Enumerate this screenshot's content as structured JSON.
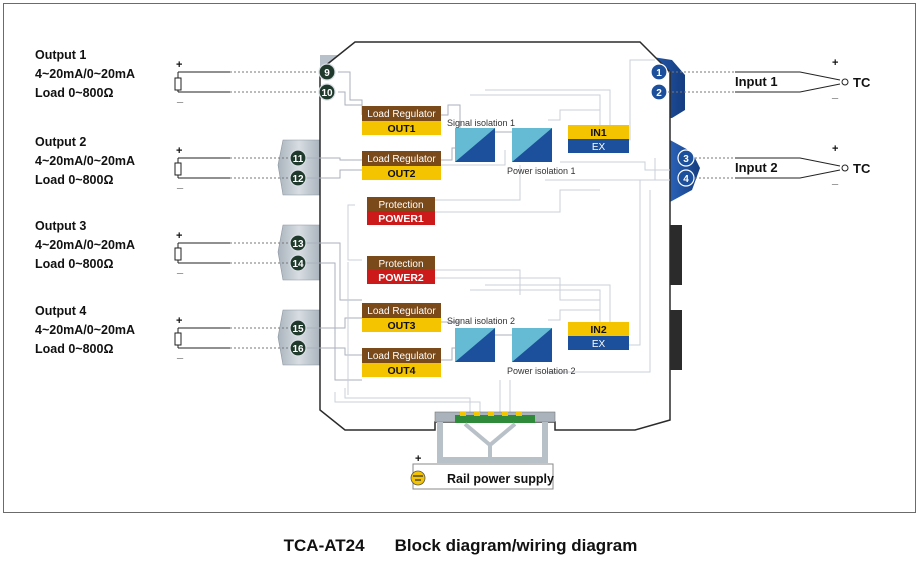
{
  "outputs": [
    {
      "title": "Output 1",
      "range": "4~20mA/0~20mA",
      "load": "Load 0~800Ω",
      "terminals": [
        "9",
        "10"
      ]
    },
    {
      "title": "Output 2",
      "range": "4~20mA/0~20mA",
      "load": "Load 0~800Ω",
      "terminals": [
        "11",
        "12"
      ]
    },
    {
      "title": "Output 3",
      "range": "4~20mA/0~20mA",
      "load": "Load 0~800Ω",
      "terminals": [
        "13",
        "14"
      ]
    },
    {
      "title": "Output 4",
      "range": "4~20mA/0~20mA",
      "load": "Load 0~800Ω",
      "terminals": [
        "15",
        "16"
      ]
    }
  ],
  "inputs": [
    {
      "title": "Input 1",
      "terminals": [
        "1",
        "2"
      ],
      "sensor": "TC"
    },
    {
      "title": "Input 2",
      "terminals": [
        "3",
        "4"
      ],
      "sensor": "TC"
    }
  ],
  "polarity": {
    "plus": "+",
    "minus": "_"
  },
  "load_regulators": [
    {
      "label": "Load Regulator",
      "out": "OUT1"
    },
    {
      "label": "Load Regulator",
      "out": "OUT2"
    },
    {
      "label": "Load Regulator",
      "out": "OUT3"
    },
    {
      "label": "Load Regulator",
      "out": "OUT4"
    }
  ],
  "protections": [
    {
      "label": "Protection",
      "power": "POWER1"
    },
    {
      "label": "Protection",
      "power": "POWER2"
    }
  ],
  "input_blocks": [
    {
      "in": "IN1",
      "ex": "EX"
    },
    {
      "in": "IN2",
      "ex": "EX"
    }
  ],
  "isolation_labels": {
    "signal1": "Signal isolation 1",
    "power1": "Power isolation 1",
    "signal2": "Signal isolation 2",
    "power2": "Power isolation 2"
  },
  "rail": {
    "label": "Rail power supply",
    "plus": "+"
  },
  "caption": {
    "model": "TCA-AT24",
    "title": "Block diagram/wiring diagram"
  },
  "colors": {
    "brown": "#7a4a1a",
    "yellow": "#f5c400",
    "red": "#cc1a1a",
    "blue": "#1c4f9c",
    "teal": "#5fb4cf",
    "terminal_green": "#1f3a2c",
    "module_gray": "#c9d0d6"
  }
}
